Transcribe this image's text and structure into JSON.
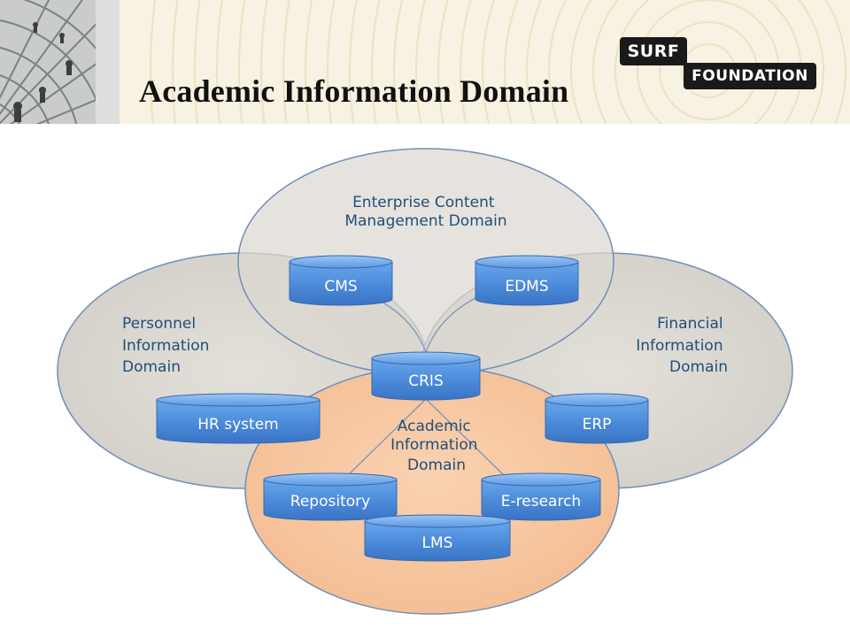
{
  "slide": {
    "title": "Academic Information Domain"
  },
  "logo": {
    "line1": "SURF",
    "line2": "FOUNDATION"
  },
  "domains": {
    "enterprise": [
      "Enterprise Content",
      "Management Domain"
    ],
    "personnel": [
      "Personnel",
      "Information",
      "Domain"
    ],
    "financial": [
      "Financial",
      "Information",
      "Domain"
    ],
    "academic": [
      "Academic",
      "Information",
      "Domain"
    ]
  },
  "systems": {
    "cms": "CMS",
    "edms": "EDMS",
    "cris": "CRIS",
    "hr": "HR system",
    "erp": "ERP",
    "repository": "Repository",
    "eresearch": "E-research",
    "lms": "LMS"
  },
  "colors": {
    "domain_fill": "#d9d5cf",
    "academic_fill": "#f7c6a0",
    "outline": "#5b7fae",
    "cylinder": "#4a8ad8",
    "label_text": "#1f4e79"
  }
}
